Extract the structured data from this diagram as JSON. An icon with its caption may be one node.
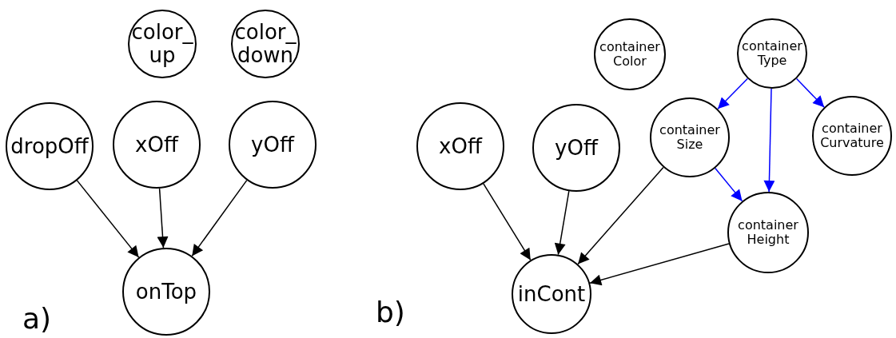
{
  "diagram": {
    "nodes": [
      {
        "text": [
          "color_up"
        ]
      },
      {
        "text": [
          "color_down"
        ]
      },
      {
        "text": [
          "dropOff"
        ]
      },
      {
        "text": [
          "xOff"
        ]
      },
      {
        "text": [
          "yOff"
        ]
      },
      {
        "text": [
          "onTop"
        ]
      },
      {
        "text": [
          "container Color"
        ]
      },
      {
        "text": [
          "container Type"
        ]
      },
      {
        "text": [
          "xOff"
        ]
      },
      {
        "text": [
          "yOff"
        ]
      },
      {
        "text": [
          "container Size"
        ]
      },
      {
        "text": [
          "container Curvature"
        ]
      },
      {
        "text": [
          "container Height"
        ]
      },
      {
        "text": [
          "inCont"
        ]
      }
    ],
    "edges": [
      {
        "from": 2,
        "to": 5,
        "arrow": "to"
      },
      {
        "from": 3,
        "to": 5,
        "arrow": "to"
      },
      {
        "from": 4,
        "to": 5,
        "arrow": "to"
      },
      {
        "from": 8,
        "to": 13,
        "arrow": "to"
      },
      {
        "from": 9,
        "to": 13,
        "arrow": "to"
      },
      {
        "from": 10,
        "to": 13,
        "arrow": "to"
      },
      {
        "from": 12,
        "to": 13,
        "arrow": "to"
      },
      {
        "from": 7,
        "to": 10,
        "arrow": "to",
        "color": "#0000ff"
      },
      {
        "from": 7,
        "to": 12,
        "arrow": "to",
        "color": "#0000ff"
      },
      {
        "from": 7,
        "to": 11,
        "arrow": "to",
        "color": "#0000ff"
      },
      {
        "from": 10,
        "to": 12,
        "arrow": "to",
        "color": "#0000ff"
      }
    ],
    "labels": [
      "a)",
      "b)"
    ]
  }
}
